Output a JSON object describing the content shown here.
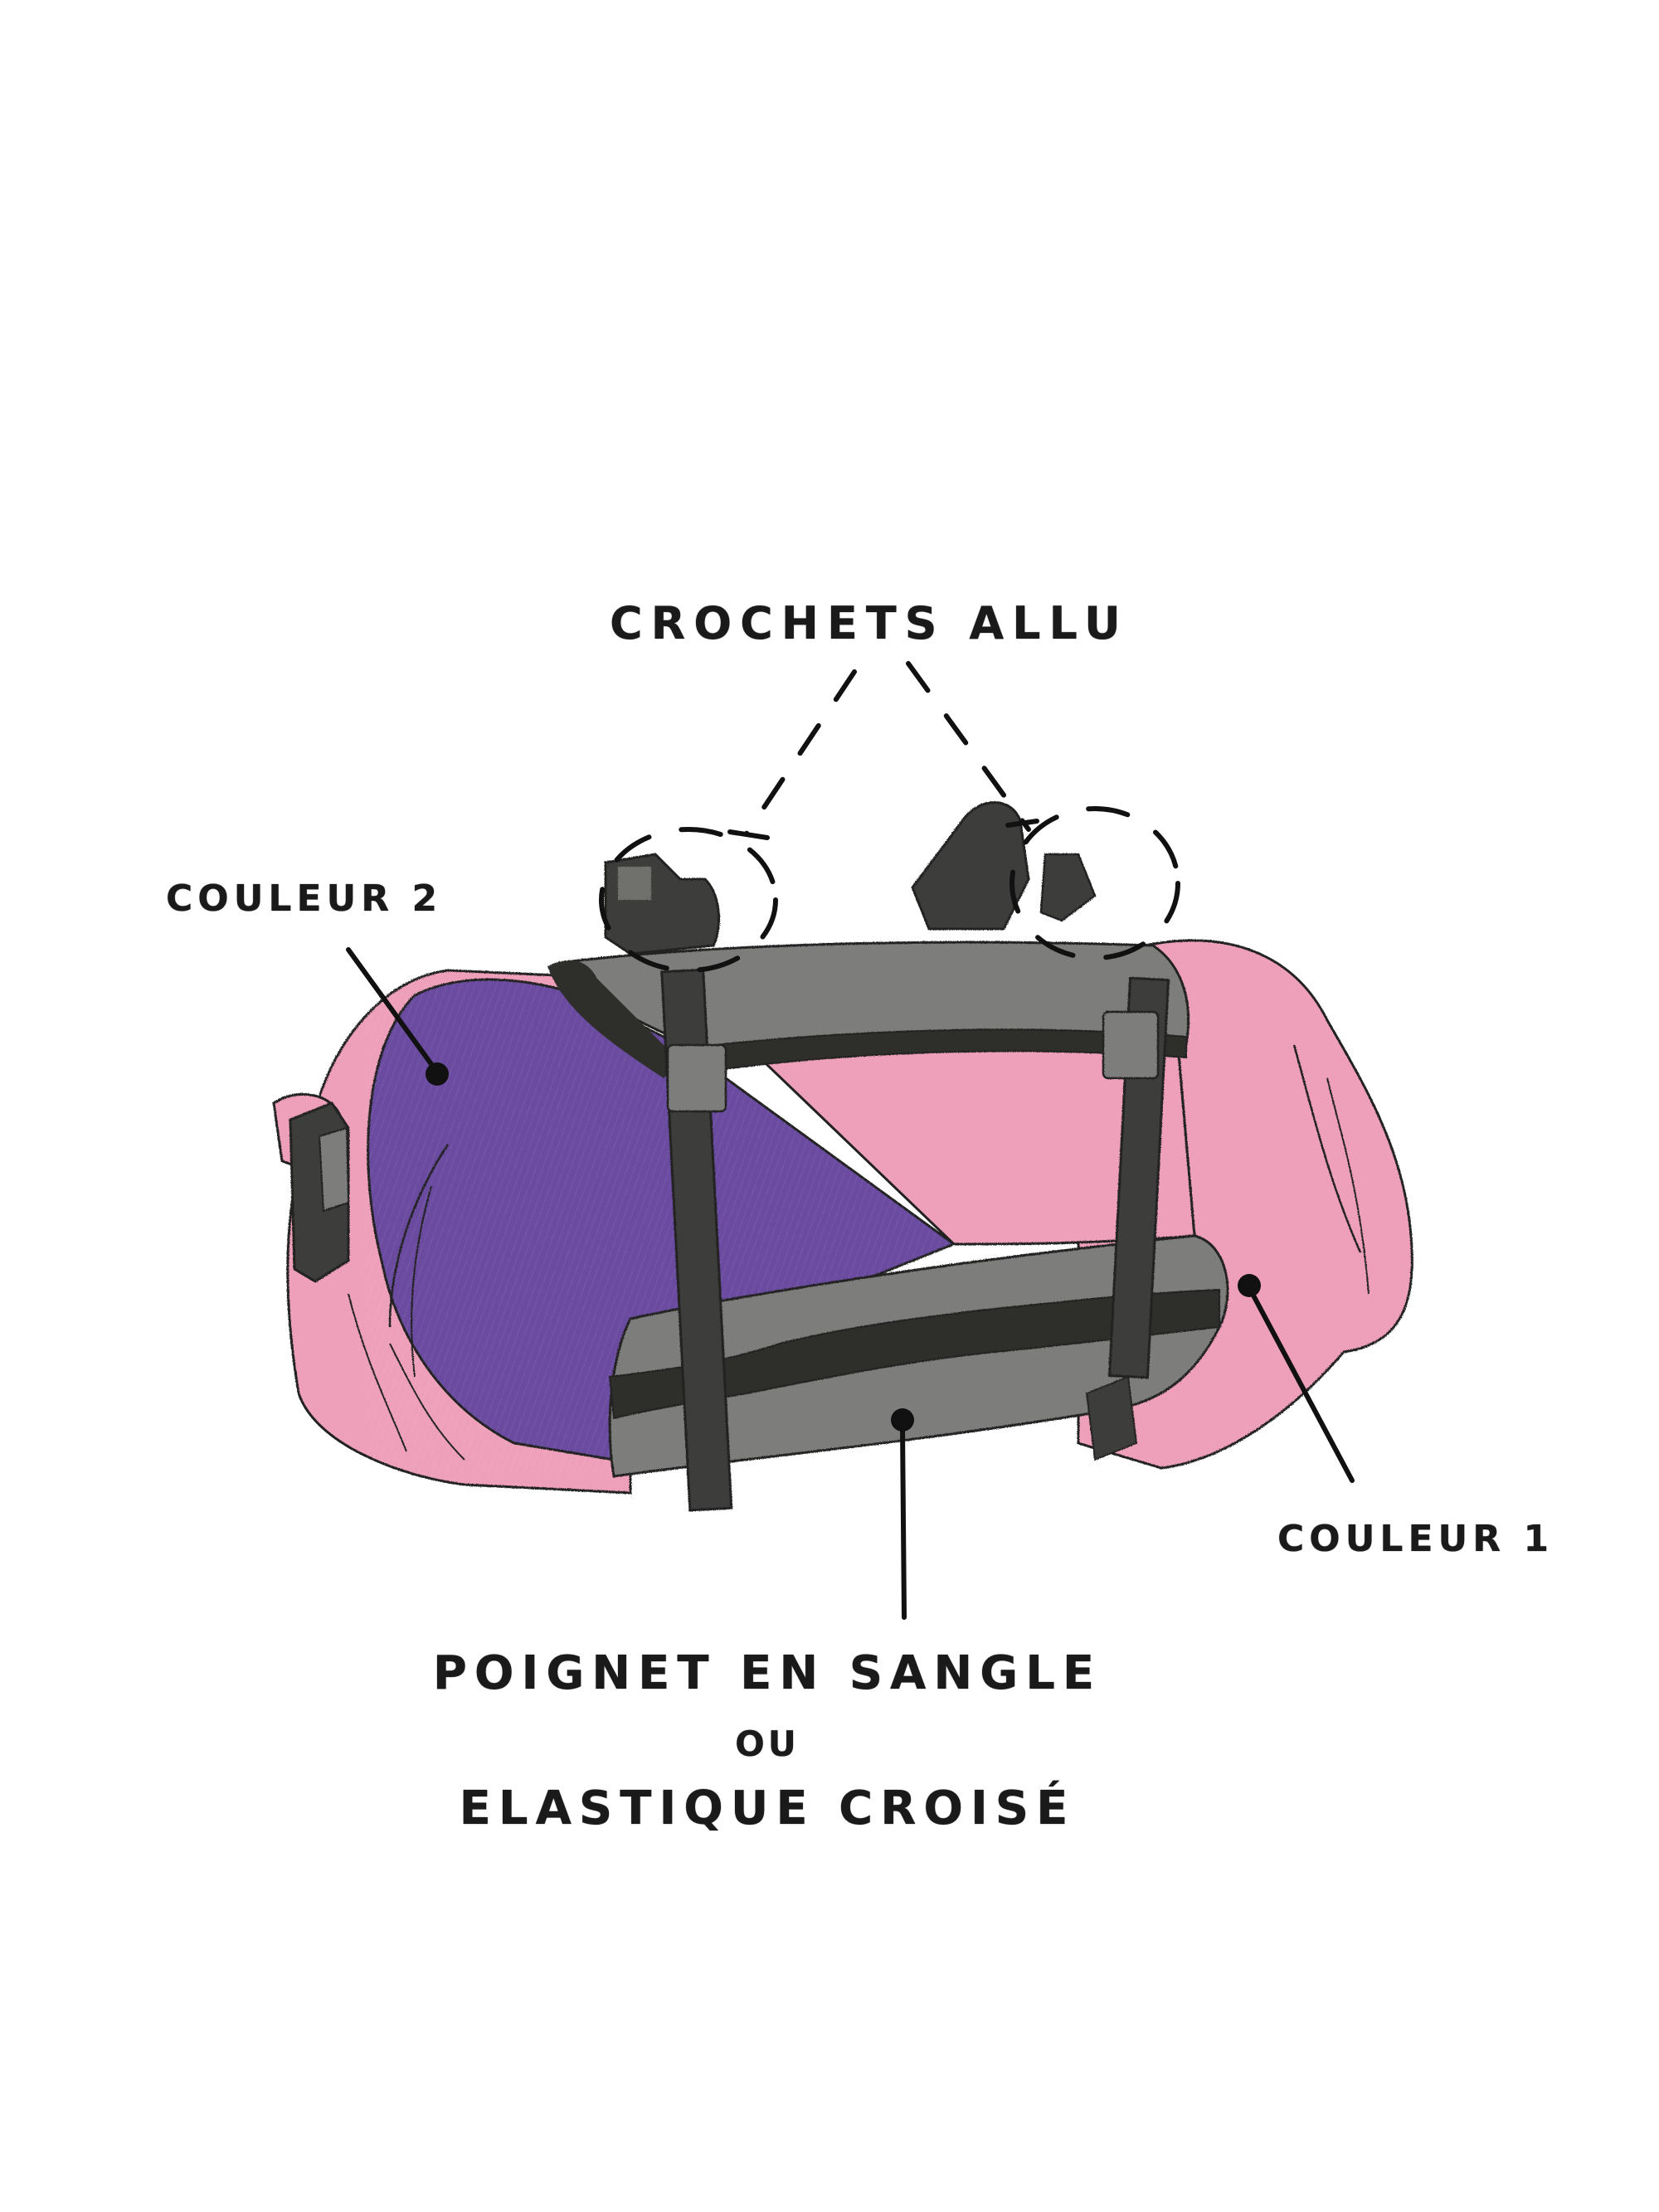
{
  "diagram": {
    "subject": "guidon / handlebar roll bag illustration",
    "colors": {
      "background": "#ffffff",
      "couleur_1": "#ee9fba",
      "couleur_2": "#6a4ba0",
      "body_grey": "#7d7d7b",
      "strap_dark": "#3a3a36",
      "ink": "#111111"
    },
    "labels": {
      "crochets": "CROCHETS ALLU",
      "couleur_2": "COULEUR 2",
      "couleur_1": "COULEUR 1",
      "poignet_line1": "POIGNET EN SANGLE",
      "poignet_line2": "OU",
      "poignet_line3": "ELASTIQUE CROISÉ"
    },
    "callouts": [
      {
        "label": "CROCHETS ALLU",
        "targets": [
          "left hook",
          "right hook"
        ],
        "style": "dashed"
      },
      {
        "label": "COULEUR 2",
        "target": "purple panel",
        "style": "solid with dot"
      },
      {
        "label": "COULEUR 1",
        "target": "pink end / panel",
        "style": "solid with dot"
      },
      {
        "label": "POIGNET EN SANGLE OU ELASTIQUE CROISÉ",
        "target": "front grey panel handle",
        "style": "solid with dot"
      }
    ]
  }
}
